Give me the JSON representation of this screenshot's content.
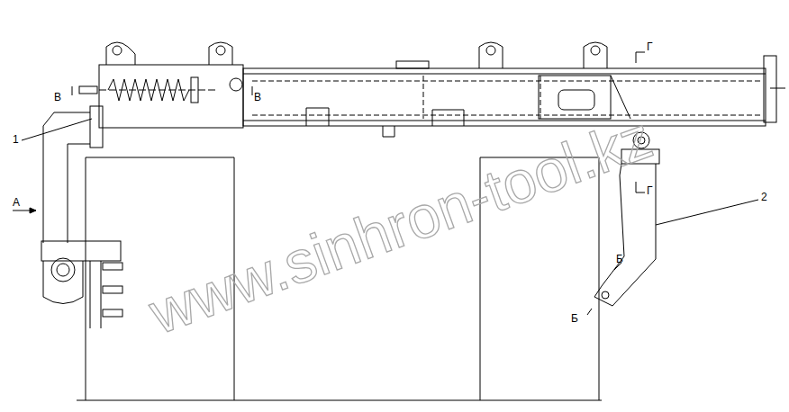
{
  "diagram": {
    "labels": [
      "А",
      "1",
      "2",
      "Б",
      "Б",
      "В",
      "В",
      "Г",
      "Г",
      "www.sinhron-tool.kz"
    ]
  }
}
